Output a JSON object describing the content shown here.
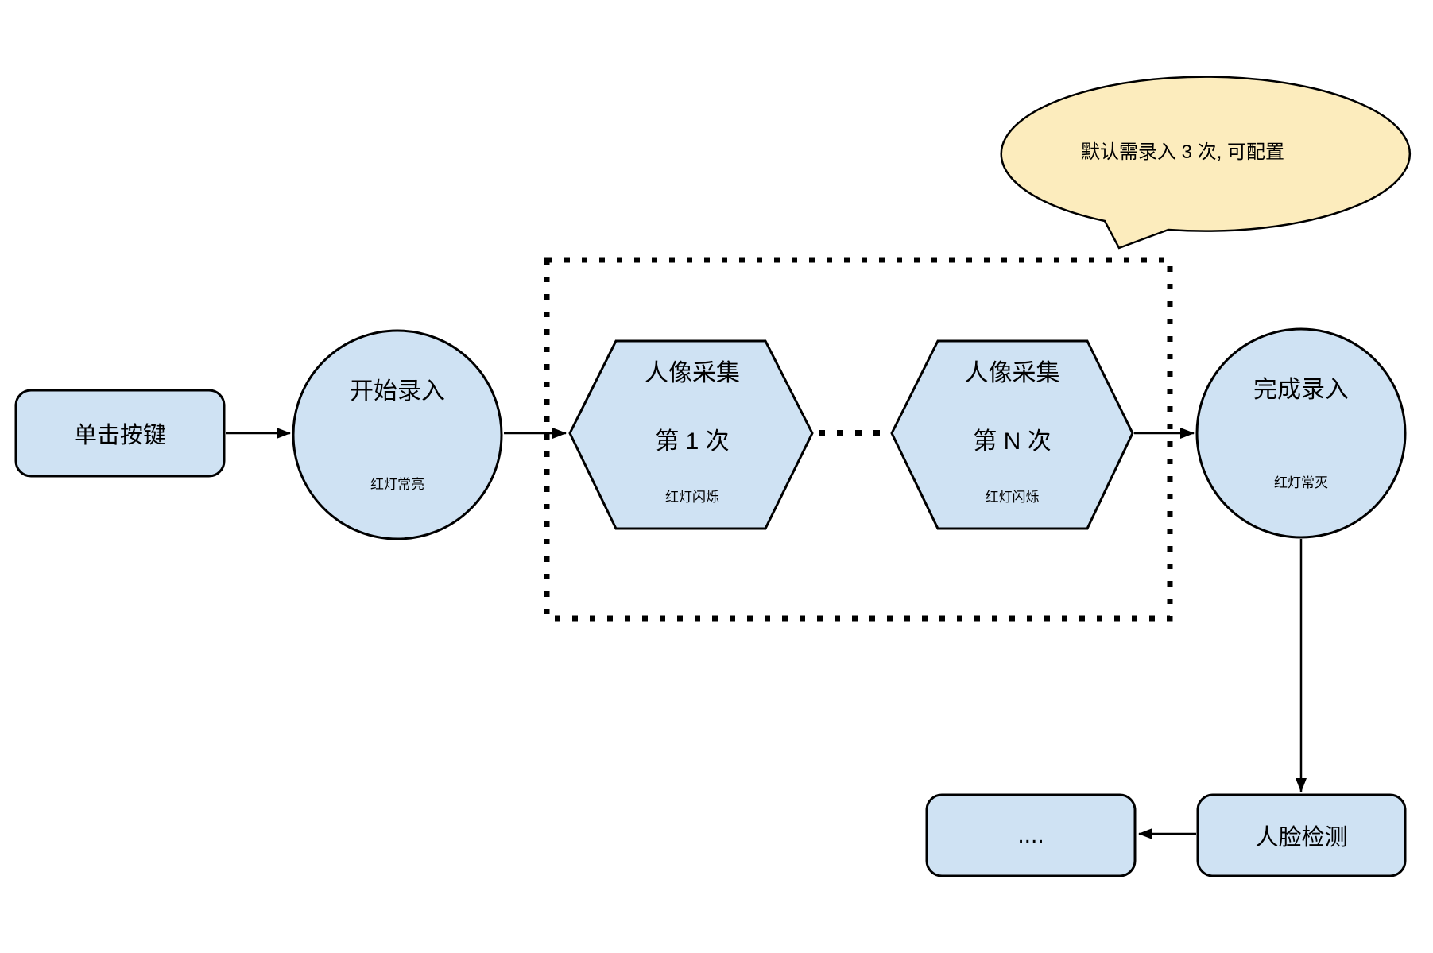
{
  "diagram": {
    "nodes": {
      "click_button": {
        "label": "单击按键"
      },
      "start_enroll": {
        "title": "开始录入",
        "status": "红灯常亮"
      },
      "capture_first": {
        "title": "人像采集",
        "sequence": "第 1 次",
        "status": "红灯闪烁"
      },
      "capture_nth": {
        "title": "人像采集",
        "sequence": "第 N 次",
        "status": "红灯闪烁"
      },
      "finish_enroll": {
        "title": "完成录入",
        "status": "红灯常灭"
      },
      "face_detection": {
        "label": "人脸检测"
      },
      "continuation": {
        "label": "...."
      }
    },
    "callout": {
      "text": "默认需录入 3 次, 可配置"
    },
    "colors": {
      "node_fill": "#cfe2f3",
      "node_stroke": "#000000",
      "callout_fill": "#fcecbd",
      "background": "#ffffff"
    }
  }
}
